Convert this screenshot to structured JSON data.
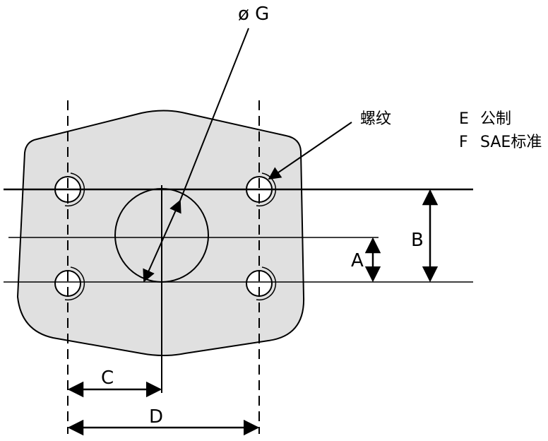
{
  "diagram": {
    "title": "",
    "labels": {
      "diameter": "ø G",
      "thread": "螺纹",
      "dim_a": "A",
      "dim_b": "B",
      "dim_c": "C",
      "dim_d": "D"
    },
    "legend": [
      {
        "key": "E",
        "text": "公制"
      },
      {
        "key": "F",
        "text": "SAE标准"
      }
    ],
    "colors": {
      "flange_fill": "#e0e0e0",
      "line": "#000000",
      "background": "#ffffff"
    }
  }
}
